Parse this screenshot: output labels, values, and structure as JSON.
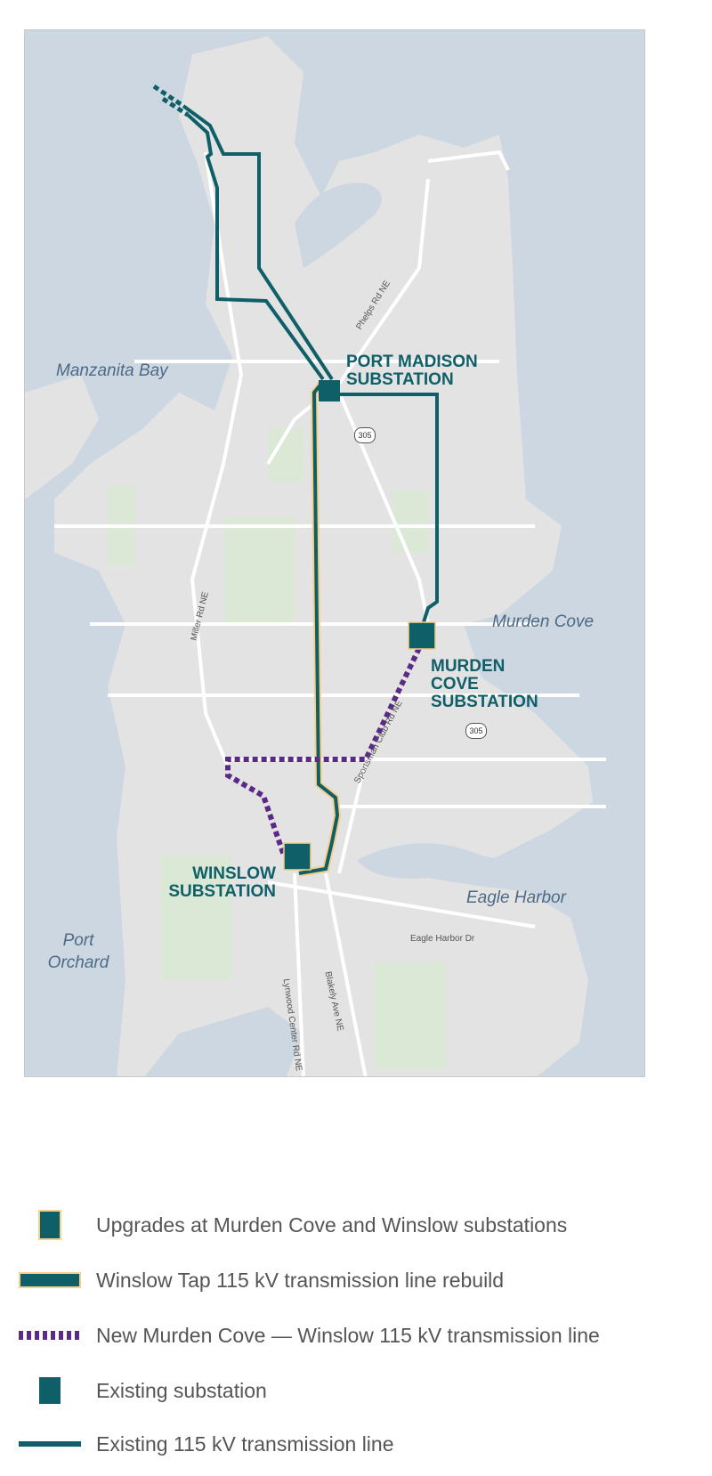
{
  "map": {
    "water_labels": [
      "Manzanita Bay",
      "Murden Cove",
      "Eagle Harbor",
      "Port Orchard"
    ],
    "substations": [
      {
        "name": "PORT MADISON",
        "line2": "SUBSTATION"
      },
      {
        "name": "MURDEN",
        "line2": "COVE",
        "line3": "SUBSTATION"
      },
      {
        "name": "WINSLOW",
        "line2": "SUBSTATION"
      }
    ],
    "roads": [
      "Phelps Rd NE",
      "Miller Rd NE",
      "Sportsman Club Rd NE",
      "Lynwood Center Rd NE",
      "Blakely Ave NE",
      "Eagle Harbor Dr"
    ],
    "highway_shields": [
      "305",
      "305"
    ],
    "colors": {
      "water": "#cdd7e1",
      "land": "#e3e3e3",
      "park": "#dbe8d6",
      "existing": "#0f5f68",
      "upgrade_outline": "#f5d08a",
      "new_line": "#5b2a86"
    }
  },
  "legend": [
    {
      "label": "Upgrades at Murden Cove and Winslow substations",
      "icon": "upgraded-substation-icon"
    },
    {
      "label": "Winslow Tap 115 kV transmission line rebuild",
      "icon": "rebuild-line-icon"
    },
    {
      "label": "New Murden Cove — Winslow 115 kV transmission line",
      "icon": "new-line-icon"
    },
    {
      "label": "Existing substation",
      "icon": "existing-substation-icon"
    },
    {
      "label": "Existing 115 kV transmission line",
      "icon": "existing-line-icon"
    }
  ]
}
